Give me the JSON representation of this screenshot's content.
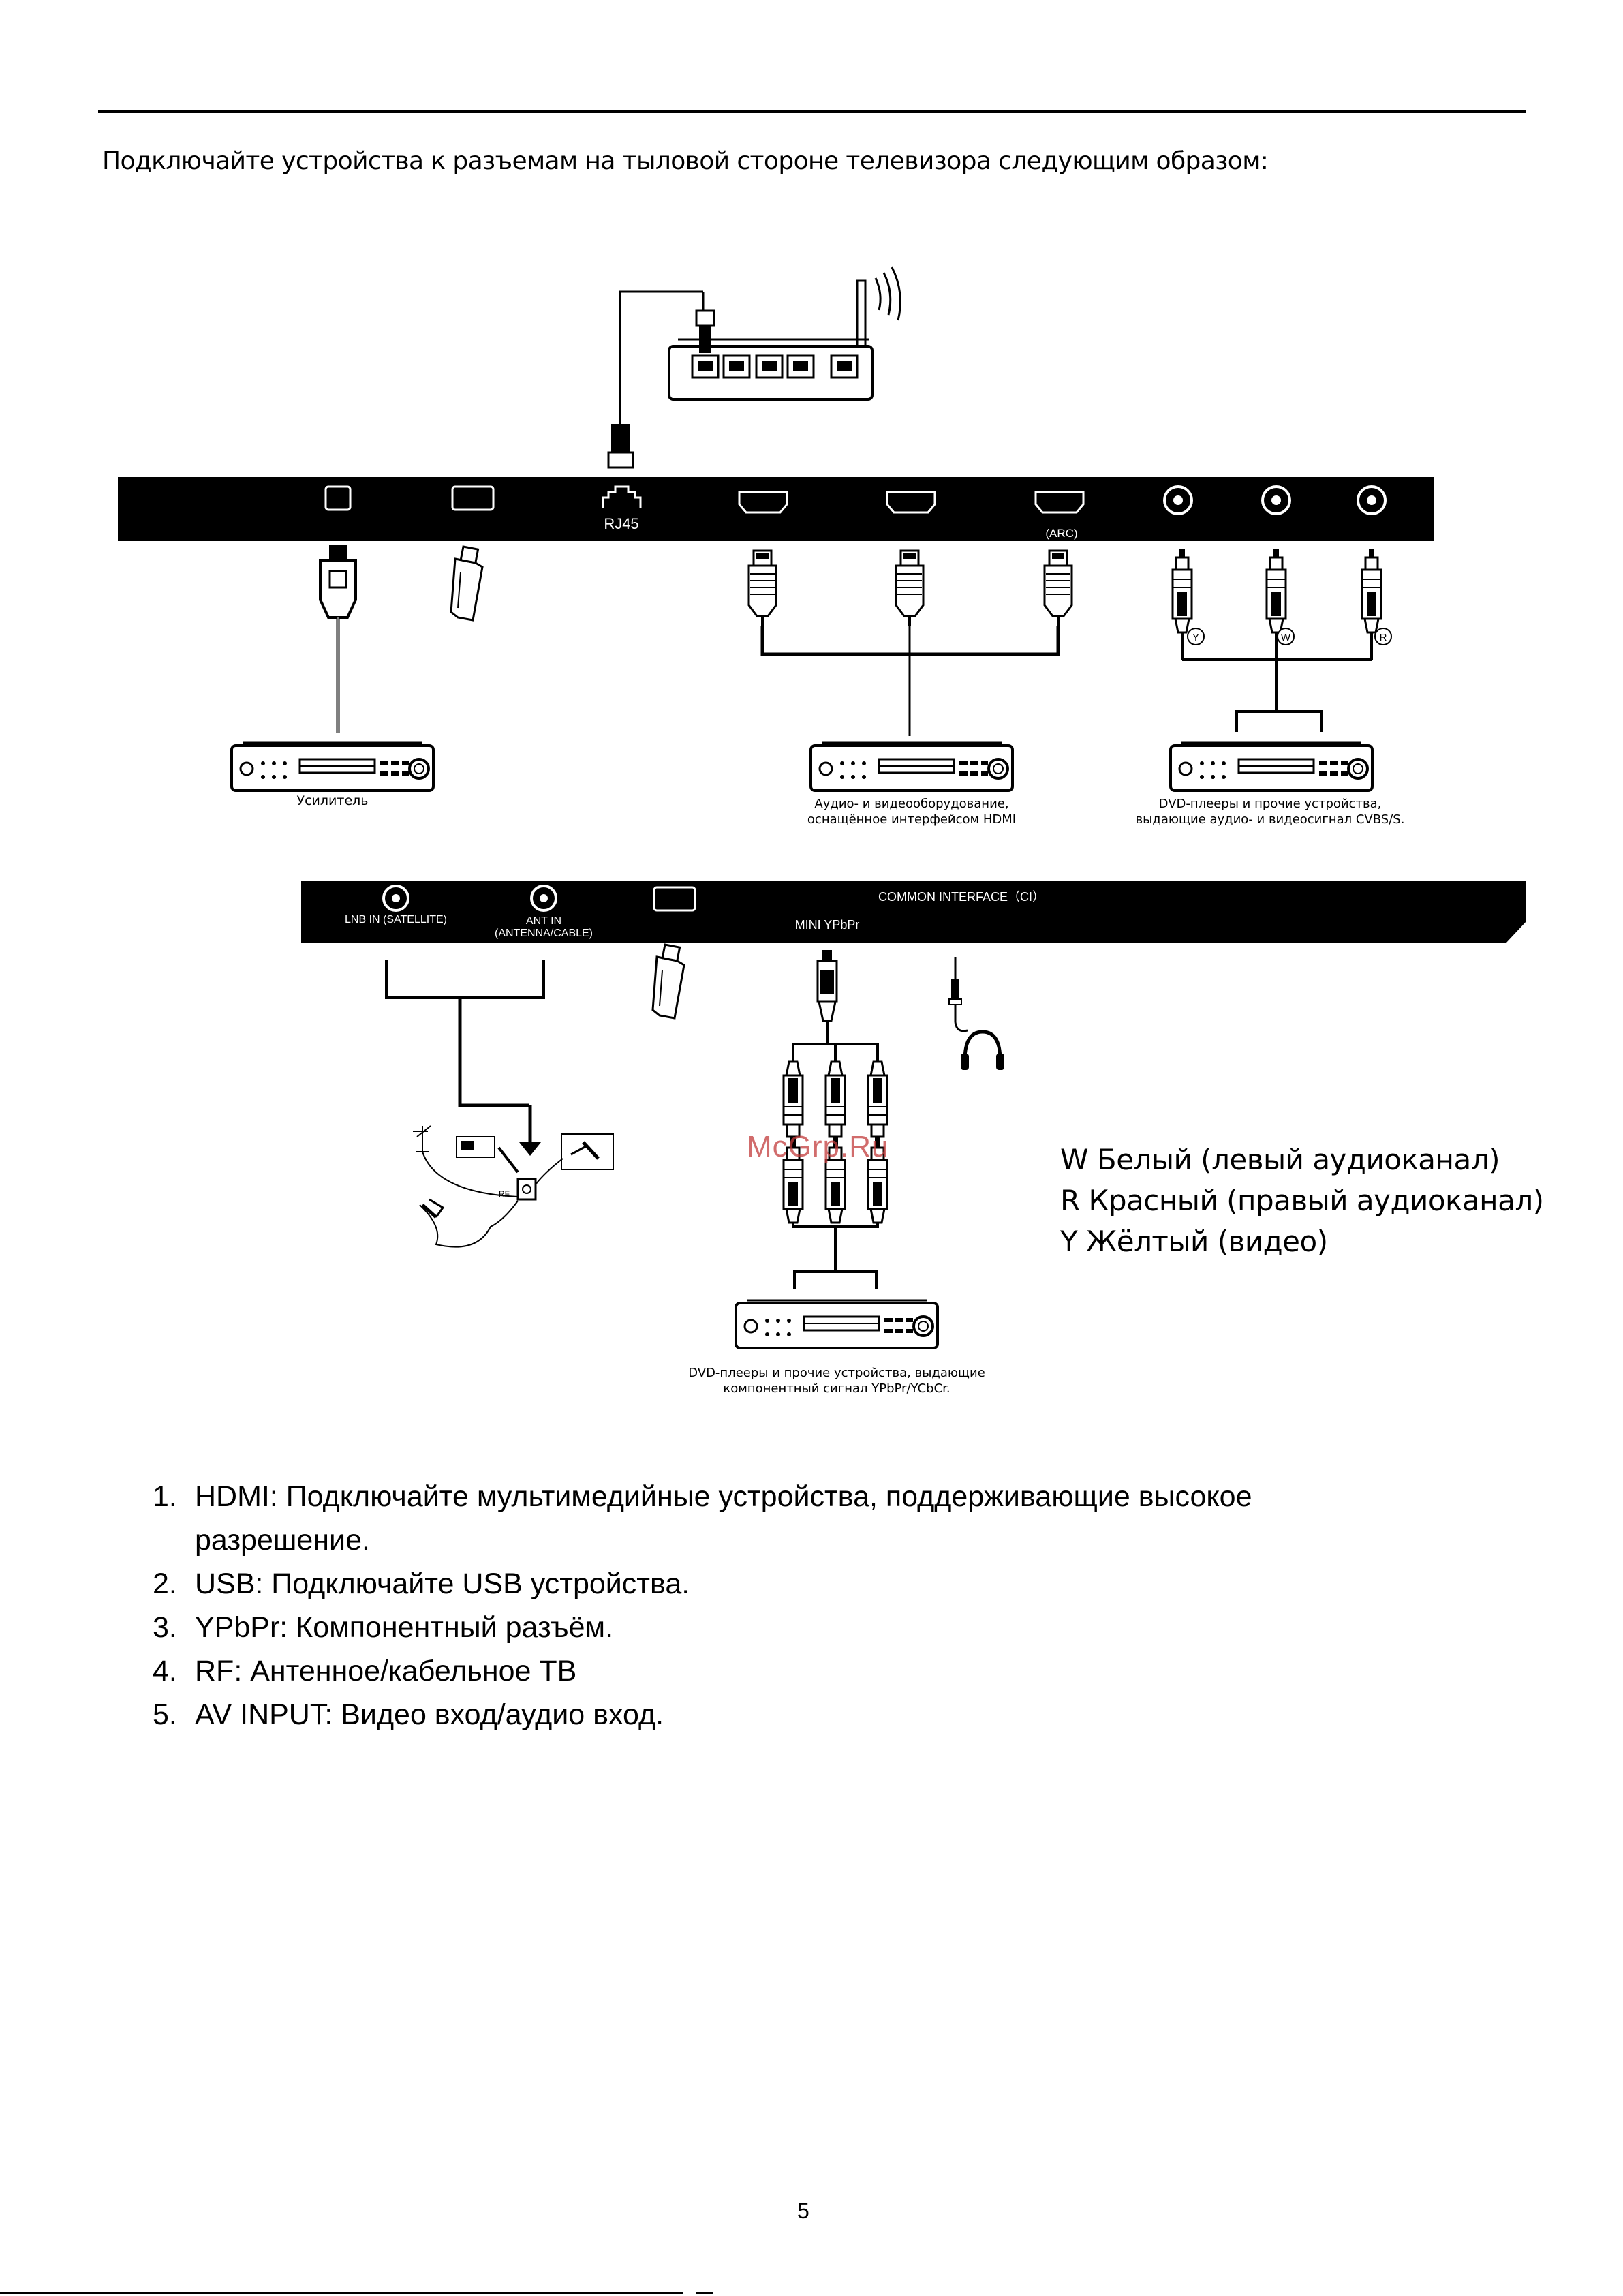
{
  "intro": "Подключайте устройства к разъемам на тыловой стороне телевизора следующим образом:",
  "panel_top": {
    "rj45": "RJ45",
    "arc": "(ARC)",
    "cvbs_y": "Y",
    "cvbs_w": "W",
    "cvbs_r": "R"
  },
  "panel_bottom": {
    "lnb": "LNB IN (SATELLITE)",
    "ant_line1": "ANT IN",
    "ant_line2": "(ANTENNA/CABLE)",
    "ci": "COMMON  INTERFACE（CI）",
    "mini_ypbpr": "MINI  YPbPr"
  },
  "devices": {
    "amplifier": "Усилитель",
    "hdmi_line1": "Аудио- и видеооборудование,",
    "hdmi_line2": "оснащённое интерфейсом HDMI",
    "cvbs_line1": "DVD-плееры и прочие устройства,",
    "cvbs_line2": "выдающие аудио- и видеосигнал CVBS/S.",
    "ypbpr_line1": "DVD-плееры и прочие устройства, выдающие",
    "ypbpr_line2": "компонентный сигнал YPbPr/YCbCr."
  },
  "antenna_label": "RF",
  "legend": [
    "W Белый (левый аудиоканал)",
    "R Красный (правый аудиоканал)",
    "Y Жёлтый (видео)"
  ],
  "notes": [
    {
      "num": "1.",
      "text": "HDMI: Подключайте мультимедийные устройства, поддерживающие высокое разрешение."
    },
    {
      "num": "2.",
      "text": "USB: Подключайте USB устройства."
    },
    {
      "num": "3.",
      "text": "YPbPr: Компонентный разъём."
    },
    {
      "num": "4.",
      "text": "RF: Антенное/кабельное ТВ"
    },
    {
      "num": "5.",
      "text": "AV INPUT: Видео вход/аудио вход."
    }
  ],
  "watermark": "McGrp.Ru",
  "page_number": "5",
  "colors": {
    "ink": "#000000",
    "watermark": "#c23b3b"
  }
}
